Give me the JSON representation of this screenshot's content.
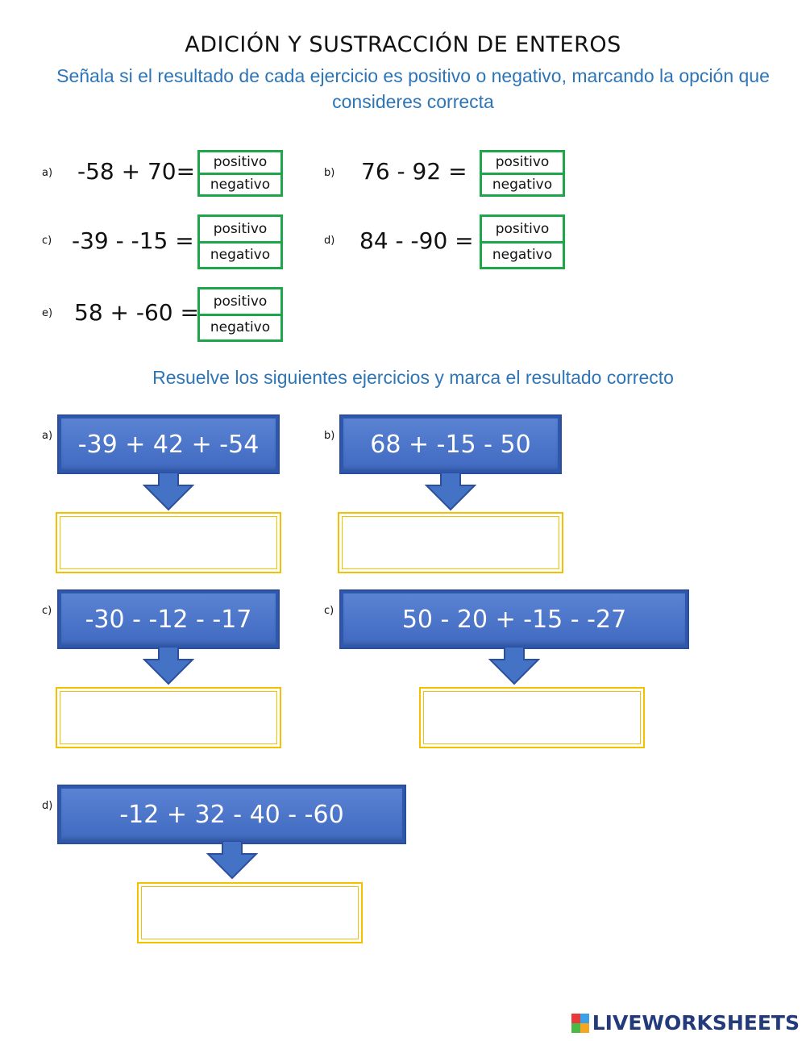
{
  "title": "ADICIÓN Y SUSTRACCIÓN DE ENTEROS",
  "instructions_1": "Señala si el resultado de cada ejercicio es positivo o negativo, marcando la opción que consideres correcta",
  "sign_exercises": [
    {
      "letter": "a)",
      "expression": "-58 + 70=",
      "options": [
        "positivo",
        "negativo"
      ]
    },
    {
      "letter": "b)",
      "expression": "76 - 92 =",
      "options": [
        "positivo",
        "negativo"
      ]
    },
    {
      "letter": "c)",
      "expression": "-39 - -15 =",
      "options": [
        "positivo",
        "negativo"
      ]
    },
    {
      "letter": "d)",
      "expression": "84 - -90 =",
      "options": [
        "positivo",
        "negativo"
      ]
    },
    {
      "letter": "e)",
      "expression": "58 + -60 =",
      "options": [
        "positivo",
        "negativo"
      ]
    }
  ],
  "instructions_2": "Resuelve los siguientes ejercicios y marca el resultado correcto",
  "solve_exercises": [
    {
      "letter": "a)",
      "expression": "-39 + 42 + -54",
      "answer": ""
    },
    {
      "letter": "b)",
      "expression": "68 + -15 - 50",
      "answer": ""
    },
    {
      "letter": "c)",
      "expression": "-30 - -12 - -17",
      "answer": ""
    },
    {
      "letter": "c)",
      "expression": "50 - 20 + -15 - -27",
      "answer": ""
    },
    {
      "letter": "d)",
      "expression": "-12 + 32 - 40 - -60",
      "answer": ""
    }
  ],
  "colors": {
    "accent_blue": "#2e75b6",
    "box_blue": "#4472c4",
    "option_green": "#1ea64a",
    "answer_yellow": "#f2c200"
  },
  "logo": {
    "text": "LIVEWORKSHEETS"
  }
}
